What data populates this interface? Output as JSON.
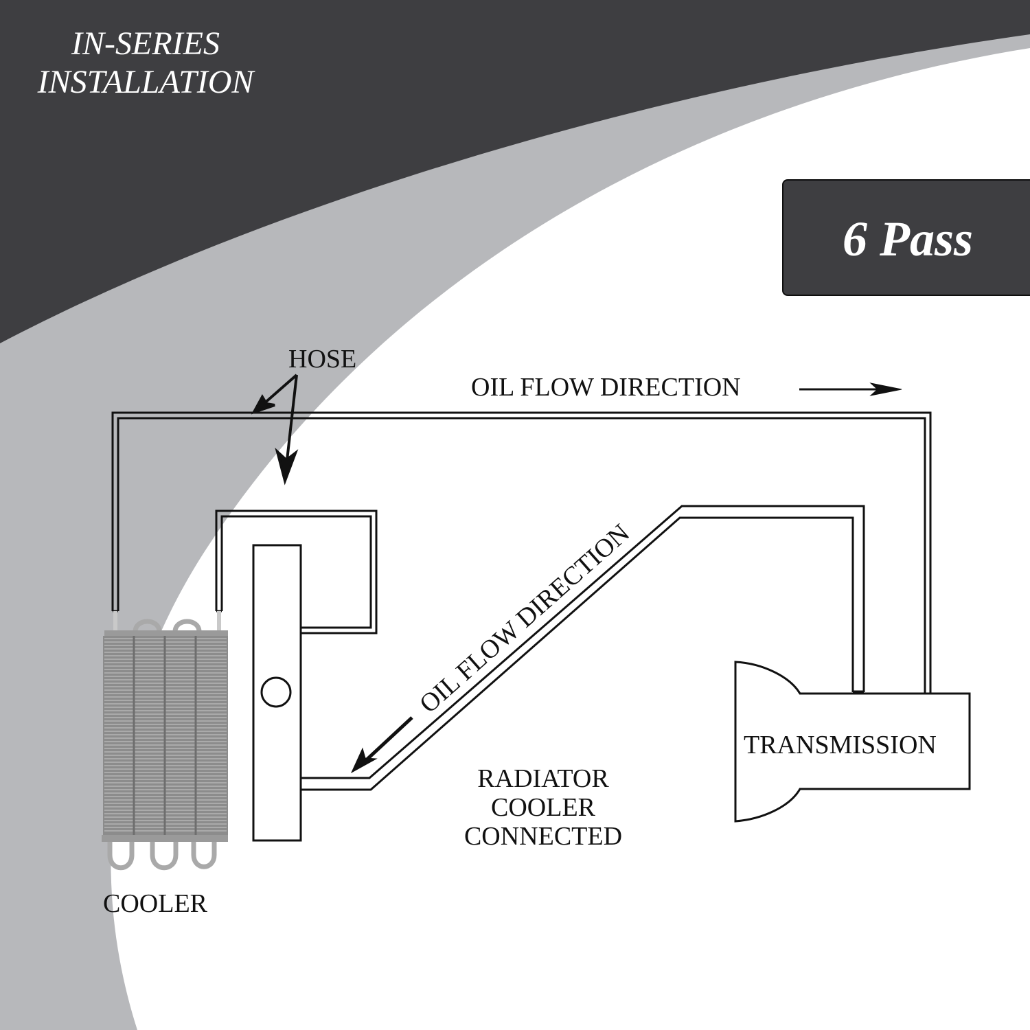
{
  "header": {
    "title_line1": "IN-SERIES",
    "title_line2": "INSTALLATION"
  },
  "badge": {
    "label": "6 Pass"
  },
  "colors": {
    "dark_band": "#3e3e41",
    "light_band": "#b7b8bb",
    "background": "#ffffff",
    "line": "#111111"
  },
  "diagram": {
    "hose_label": "HOSE",
    "oil_flow_top": "OIL FLOW DIRECTION",
    "oil_flow_diagonal": "OIL FLOW DIRECTION",
    "transmission_label": "TRANSMISSION",
    "radiator_label_line1": "RADIATOR",
    "radiator_label_line2": "COOLER",
    "radiator_label_line3": "CONNECTED",
    "cooler_label": "COOLER",
    "icons": {
      "top_arrow": "arrow-right-icon",
      "diagonal_arrow": "arrow-down-left-icon",
      "hose_pointer_arrows": "arrow-pointer-icon"
    }
  }
}
